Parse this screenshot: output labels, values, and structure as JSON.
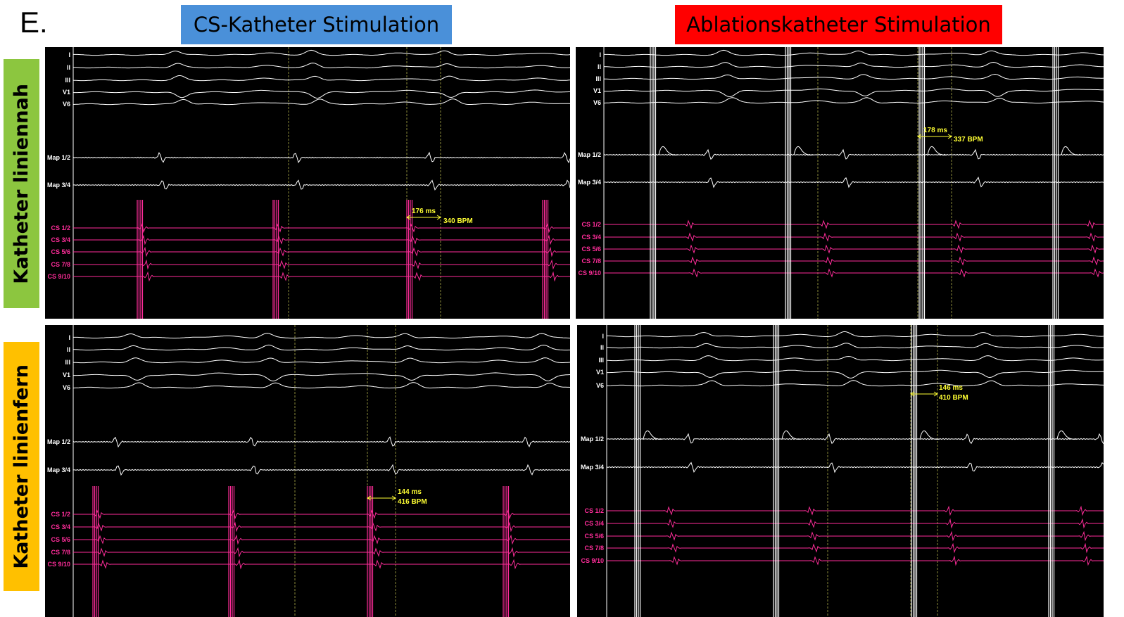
{
  "figure_label": "E.",
  "columns": [
    {
      "title": "CS-Katheter Stimulation",
      "color": "#4a90d9"
    },
    {
      "title": "Ablationskatheter Stimulation",
      "color": "#ff0000"
    }
  ],
  "rows": [
    {
      "title": "Katheter liniennah",
      "color": "#8cc63f"
    },
    {
      "title": "Katheter linienfern",
      "color": "#ffc000"
    }
  ],
  "trace_colors": {
    "surface": "#ffffff",
    "cs": "#ff2d9a",
    "caliper": "#ffff33",
    "panel_bg": "#000000"
  },
  "panels": [
    {
      "id": "p11",
      "surface_labels": [
        "I",
        "II",
        "III",
        "V1",
        "V6"
      ],
      "map_labels": [
        "Map 1/2",
        "Map 3/4"
      ],
      "cs_labels": [
        "CS 1/2",
        "CS 3/4",
        "CS 5/6",
        "CS 7/8",
        "CS 9/10"
      ],
      "measurement": {
        "interval": "176 ms",
        "rate": "340 BPM"
      }
    },
    {
      "id": "p12",
      "surface_labels": [
        "I",
        "II",
        "III",
        "V1",
        "V6"
      ],
      "map_labels": [
        "Map 1/2",
        "Map 3/4"
      ],
      "cs_labels": [
        "CS 1/2",
        "CS 3/4",
        "CS 5/6",
        "CS 7/8",
        "CS 9/10"
      ],
      "measurement": {
        "interval": "178 ms",
        "rate": "337 BPM"
      }
    },
    {
      "id": "p21",
      "surface_labels": [
        "I",
        "II",
        "III",
        "V1",
        "V6"
      ],
      "map_labels": [
        "Map 1/2",
        "Map 3/4"
      ],
      "cs_labels": [
        "CS 1/2",
        "CS 3/4",
        "CS 5/6",
        "CS 7/8",
        "CS 9/10"
      ],
      "measurement": {
        "interval": "144 ms",
        "rate": "416 BPM"
      }
    },
    {
      "id": "p22",
      "surface_labels": [
        "I",
        "II",
        "III",
        "V1",
        "V6"
      ],
      "map_labels": [
        "Map 1/2",
        "Map 3/4"
      ],
      "cs_labels": [
        "CS 1/2",
        "CS 3/4",
        "CS 5/6",
        "CS 7/8",
        "CS 9/10"
      ],
      "measurement": {
        "interval": "146 ms",
        "rate": "410 BPM"
      }
    }
  ]
}
